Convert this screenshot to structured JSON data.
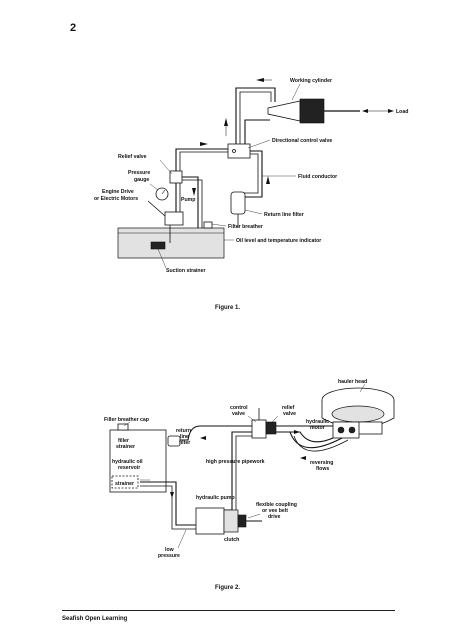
{
  "page": {
    "number": "2"
  },
  "figure1": {
    "caption": "Figure 1.",
    "labels": {
      "working_cylinder": "Working cylinder",
      "load": "Load",
      "directional_control_valve": "Directional control valve",
      "relief_valve": "Relief valve",
      "fluid_conductor": "Fluid conductor",
      "pressure_gauge_1": "Pressure",
      "pressure_gauge_2": "gauge",
      "engine_drive_1": "Engine Drive",
      "engine_drive_2": "or Electric Motors",
      "pump": "Pump",
      "return_line_filter": "Return line filter",
      "filter_breather": "Filter breather",
      "oil_level_indicator": "Oil level and temperature indicator",
      "suction_strainer": "Suction strainer"
    }
  },
  "figure2": {
    "caption": "Figure 2.",
    "labels": {
      "hauler_head": "hauler head",
      "control_valve_1": "control",
      "control_valve_2": "valve",
      "relief_valve_1": "relief",
      "relief_valve_2": "valve",
      "hydraulic_motor_1": "hydraulic",
      "hydraulic_motor_2": "motor",
      "filler_breather_cap": "Filler breather cap",
      "return_line_filter_1": "return",
      "return_line_filter_2": "line",
      "return_line_filter_3": "filter",
      "filler_strainer_1": "filler",
      "filler_strainer_2": "strainer",
      "hydraulic_oil_reservoir_1": "hydraulic oil",
      "hydraulic_oil_reservoir_2": "reservoir",
      "high_pressure_pipework": "high pressure pipework",
      "reversing_flows_1": "reversing",
      "reversing_flows_2": "flows",
      "strainer": "strainer",
      "hydraulic_pump": "hydraulic pump",
      "flexible_coupling_1": "flexible coupling",
      "flexible_coupling_2": "or vee belt",
      "flexible_coupling_3": "drive",
      "low_pressure_1": "low",
      "low_pressure_2": "pressure",
      "clutch": "clutch"
    }
  },
  "footer": {
    "text": "Seafish Open Learning"
  }
}
